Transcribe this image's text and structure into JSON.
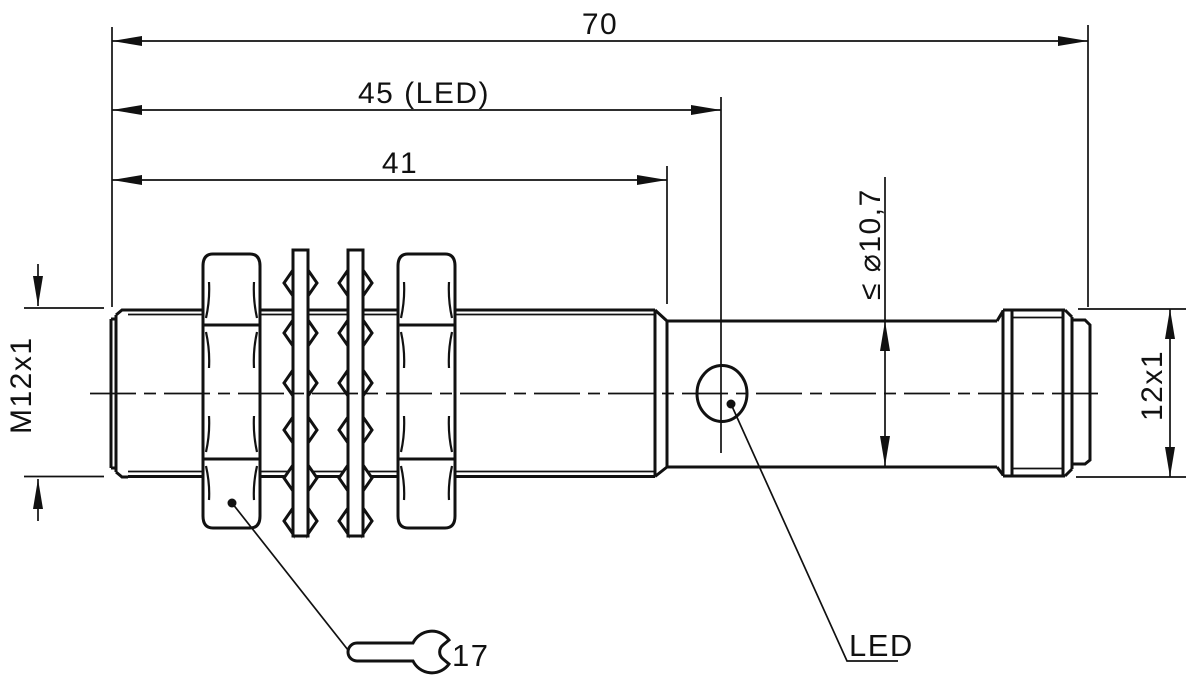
{
  "drawing": {
    "title": "M12 barrel sensor dimensional drawing",
    "background": "#ffffff",
    "line_color": "#111111",
    "units": "mm",
    "dimensions": {
      "overall_length": "70",
      "led_distance": "45 (LED)",
      "thread_length": "41",
      "thread_spec": "M12x1",
      "housing_diameter": "≤ ⌀10,7",
      "connector_spec": "12x1"
    },
    "callouts": {
      "led_label": "LED",
      "wrench_size": "17"
    },
    "parts": [
      "sensing-face",
      "thread-m12",
      "hex-nut-1",
      "serrated-washer-1",
      "serrated-washer-2",
      "hex-nut-2",
      "housing-barrel",
      "led-window",
      "connector-m12",
      "wrench-symbol"
    ]
  }
}
